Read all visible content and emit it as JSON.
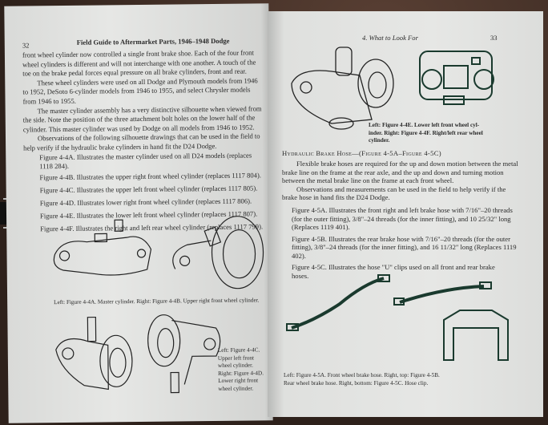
{
  "left_page": {
    "page_number": "32",
    "running_head": "Field Guide to Aftermarket Parts, 1946–1948 Dodge",
    "paragraphs": [
      "front wheel cylinder now controlled a single front brake shoe. Each of the four front",
      "wheel cylinders is different and will not interchange with one another. A touch of the",
      "toe on the brake pedal forces equal pressure on all brake cylinders, front and rear.",
      "These wheel cylinders were used on all Dodge and Plymouth models from 1946",
      "to 1952, DeSoto 6-cylinder models from 1946 to 1955, and select Chrysler models",
      "from 1946 to 1955.",
      "The master cylinder assembly has a very distinctive silhouette when viewed from",
      "the side. Note the position of the three attachment bolt holes on the lower half of the",
      "cylinder. This master cylinder was used by Dodge on all models from 1946 to 1952.",
      "Observations of the following silhouette drawings that can be used in the field to",
      "help verify if the hydraulic brake cylinders in hand fit the D24 Dodge."
    ],
    "figure_list": [
      "Figure 4-4A. Illustrates the master cylinder used on all D24 models (replaces",
      "1118 284).",
      "Figure 4-4B. Illustrates the upper right front wheel cylinder (replaces 1117 804).",
      "Figure 4-4C. Illustrates the upper left front wheel cylinder (replaces 1117 805).",
      "Figure 4-4D. Illustrates lower right front wheel cylinder (replaces 1117 806).",
      "Figure 4-4E. Illustrates the lower left front wheel cylinder (replaces 1117 807).",
      "Figure 4-4F. Illustrates the right and left rear wheel cylinder (replaces 1117 799)."
    ],
    "caption_top": "Left: Figure 4-4A. Master cylinder. Right: Figure 4-4B. Upper right front wheel cylinder.",
    "caption_side": [
      "Left: Figure 4-4C.",
      "Upper left front",
      "wheel cylinder.",
      "Right: Figure 4-4D.",
      "Lower right front",
      "wheel cylinder."
    ]
  },
  "right_page": {
    "page_number": "33",
    "running_head": "4. What to Look For",
    "caption_top": [
      "Left: Figure 4-4E. Lower left front wheel cyl-",
      "inder. Right: Figure 4-4F. Right/left rear wheel",
      "cylinder."
    ],
    "section_heading": "Hydraulic Brake Hose—(Figure 4-5A–Figure 4-5C)",
    "paragraphs": [
      "Flexible brake hoses are required for the up and down motion between the metal",
      "brake line on the frame at the rear axle, and the up and down and turning motion",
      "between the metal brake line on the frame at each front wheel.",
      "Observations and measurements can be used in the field to help verify if the",
      "brake hose in hand fits the D24 Dodge."
    ],
    "figure_list": [
      "Figure 4-5A. Illustrates the front right and left brake hose with 7/16\"–20 threads",
      "(for the outer fitting), 3/8\"–24 threads (for the inner fitting), and 10 25/32\" long",
      "(Replaces 1119 401).",
      "Figure 4-5B. Illustrates the rear brake hose with 7/16\"–20 threads (for the outer",
      "fitting), 3/8\"–24 threads (for the inner fitting), and 16 11/32\" long (Replaces 1119",
      "402).",
      "Figure 4-5C. Illustrates the hose \"U\" clips used on all front and rear brake",
      "hoses."
    ],
    "caption_bottom": [
      "Left: Figure 4-5A. Front wheel brake hose. Right, top: Figure 4-5B.",
      "Rear wheel brake hose. Right, bottom: Figure 4-5C. Hose clip."
    ]
  }
}
